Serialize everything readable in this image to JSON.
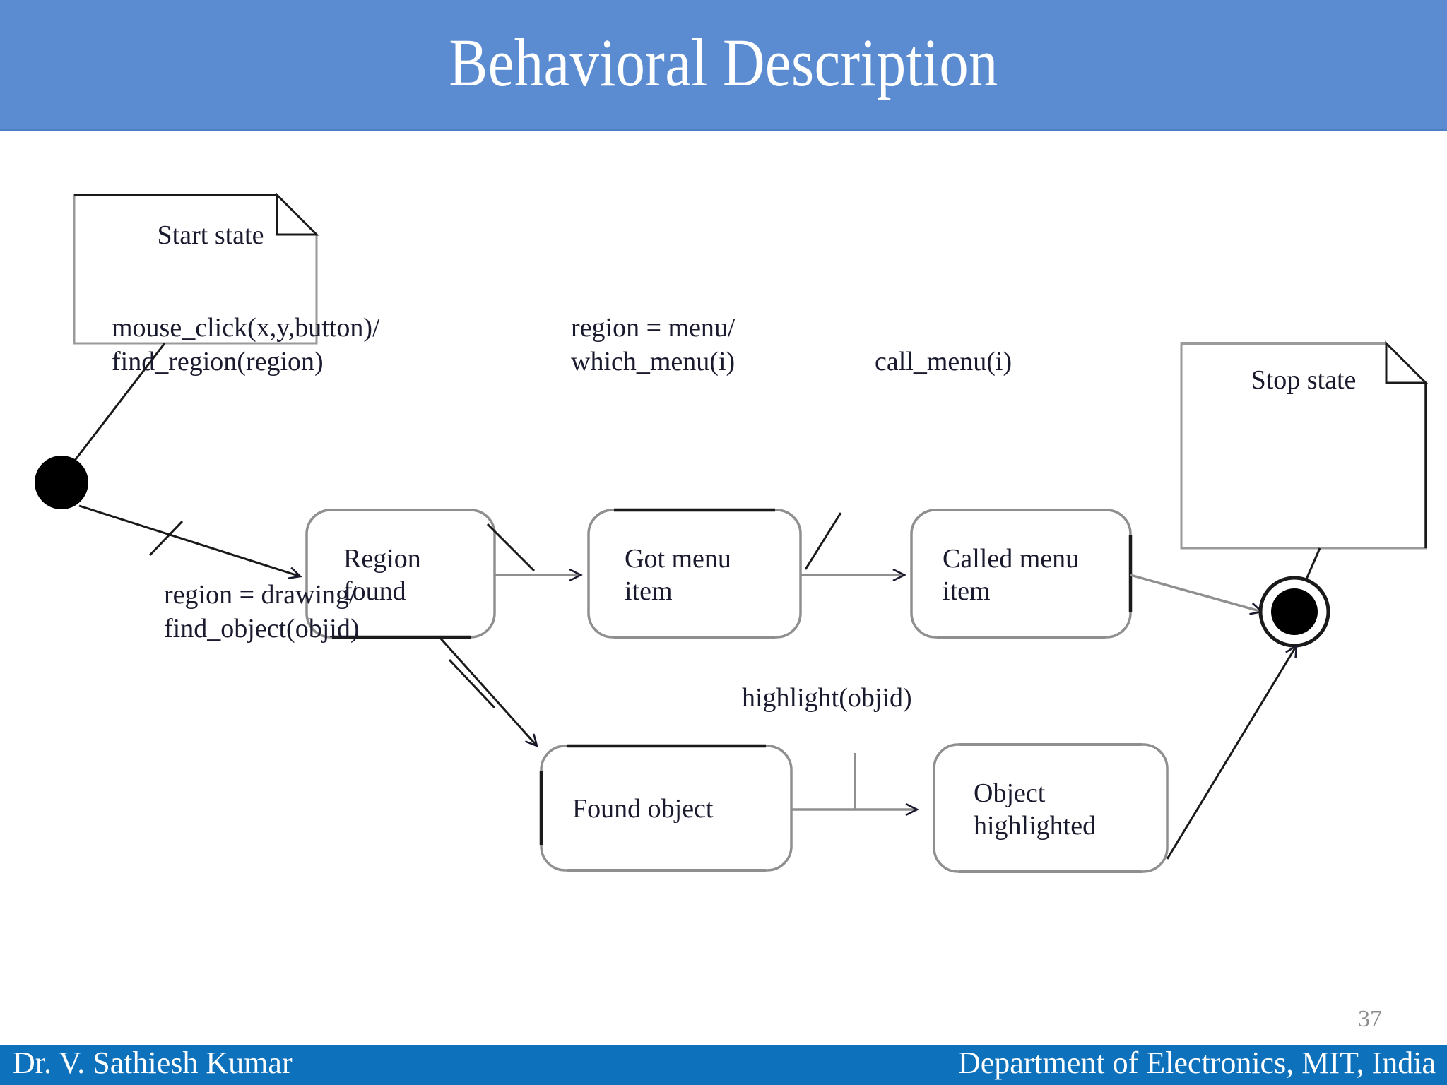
{
  "slide": {
    "title": "Behavioral Description",
    "page_number": "37",
    "colors": {
      "title_banner": "#5B8BD0",
      "footer_bar": "#0E71BC",
      "title_text": "#FFFFFF",
      "diagram_ink": "#1A1A2E",
      "page_number_text": "#8D8D8D"
    }
  },
  "diagram": {
    "type": "uml-state-machine",
    "notes": [
      {
        "id": "note-start",
        "text": "Start state"
      },
      {
        "id": "note-stop",
        "text": "Stop state"
      }
    ],
    "pseudostates": [
      {
        "id": "initial-state",
        "kind": "initial"
      },
      {
        "id": "final-state",
        "kind": "final"
      }
    ],
    "states": [
      {
        "id": "region-found",
        "lines": [
          "Region",
          "found"
        ]
      },
      {
        "id": "got-menu-item",
        "lines": [
          "Got menu",
          "item"
        ]
      },
      {
        "id": "called-menu-item",
        "lines": [
          "Called menu",
          "item"
        ]
      },
      {
        "id": "found-object",
        "lines": [
          "Found object"
        ]
      },
      {
        "id": "object-highlighted",
        "lines": [
          "Object",
          "highlighted"
        ]
      }
    ],
    "transitions": [
      {
        "id": "t-initial-region",
        "from": "initial-state",
        "to": "region-found",
        "lines": [
          "mouse_click(x,y,button)/",
          "find_region(region)"
        ]
      },
      {
        "id": "t-region-menu",
        "from": "region-found",
        "to": "got-menu-item",
        "lines": [
          "region = menu/",
          "which_menu(i)"
        ]
      },
      {
        "id": "t-menu-called",
        "from": "got-menu-item",
        "to": "called-menu-item",
        "lines": [
          "call_menu(i)"
        ]
      },
      {
        "id": "t-called-final",
        "from": "called-menu-item",
        "to": "final-state",
        "lines": []
      },
      {
        "id": "t-region-object",
        "from": "region-found",
        "to": "found-object",
        "lines": [
          "region = drawing/",
          "find_object(objid)"
        ]
      },
      {
        "id": "t-object-highlight",
        "from": "found-object",
        "to": "object-highlighted",
        "lines": [
          "highlight(objid)"
        ]
      },
      {
        "id": "t-highlight-final",
        "from": "object-highlighted",
        "to": "final-state",
        "lines": []
      }
    ]
  },
  "footer": {
    "author": "Dr. V. Sathiesh Kumar",
    "department": "Department of Electronics, MIT, India"
  }
}
